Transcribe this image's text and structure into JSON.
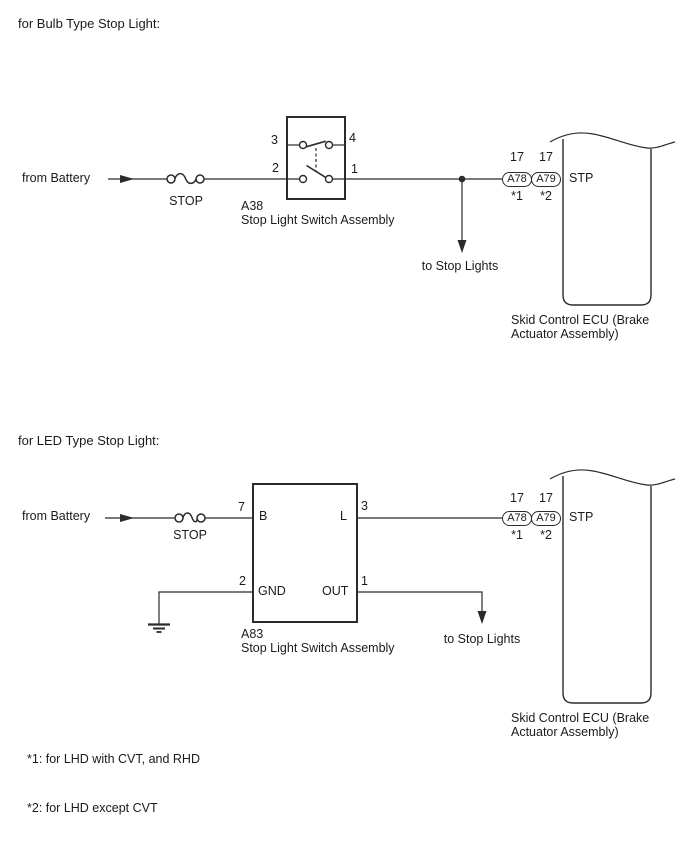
{
  "page": {
    "background": "#ffffff",
    "line_color": "#2b2b2b",
    "text_color": "#1b1b1b"
  },
  "bulb_section": {
    "title": "for Bulb Type Stop Light:",
    "source_label": "from Battery",
    "fuse_label": "STOP",
    "switch_id": "A38",
    "switch_name": "Stop Light Switch Assembly",
    "pin_top_left": "3",
    "pin_top_right": "4",
    "pin_bottom_left": "2",
    "pin_bottom_right": "1",
    "branch_label": "to Stop Lights",
    "connector_a": {
      "terminal": "17",
      "id": "A78",
      "note": "*1"
    },
    "connector_b": {
      "terminal": "17",
      "id": "A79",
      "note": "*2"
    },
    "ecu_terminal": "STP",
    "ecu_name_line1": "Skid Control ECU (Brake",
    "ecu_name_line2": "Actuator Assembly)"
  },
  "led_section": {
    "title": "for LED Type Stop Light:",
    "source_label": "from Battery",
    "fuse_label": "STOP",
    "switch_id": "A83",
    "switch_name": "Stop Light Switch Assembly",
    "pin_b": "7",
    "pin_l": "3",
    "pin_gnd": "2",
    "pin_out": "1",
    "terminal_b": "B",
    "terminal_l": "L",
    "terminal_gnd": "GND",
    "terminal_out": "OUT",
    "branch_label": "to Stop Lights",
    "connector_a": {
      "terminal": "17",
      "id": "A78",
      "note": "*1"
    },
    "connector_b": {
      "terminal": "17",
      "id": "A79",
      "note": "*2"
    },
    "ecu_terminal": "STP",
    "ecu_name_line1": "Skid Control ECU (Brake",
    "ecu_name_line2": "Actuator Assembly)"
  },
  "footnotes": {
    "note1": "*1: for LHD with CVT, and RHD",
    "note2": "*2: for LHD except CVT"
  }
}
